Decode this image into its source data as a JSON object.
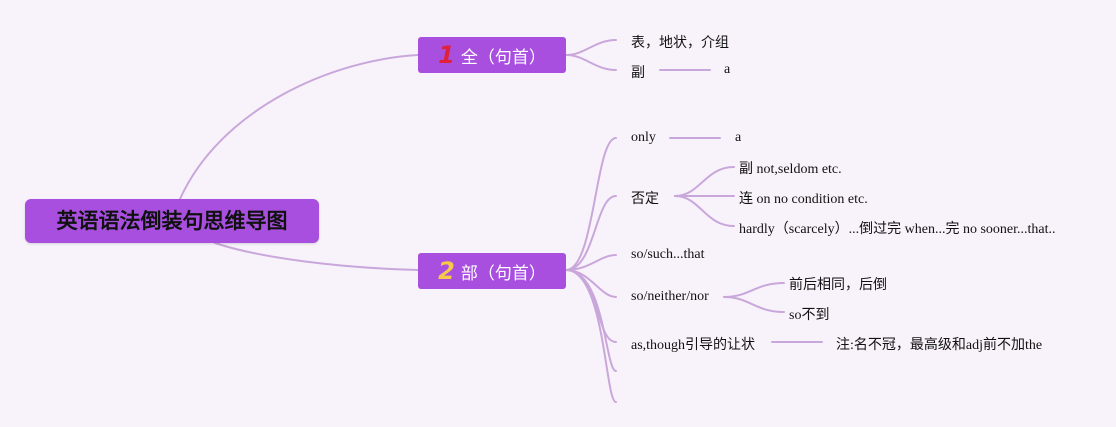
{
  "root": {
    "title": "英语语法倒装句思维导图"
  },
  "branch1": {
    "badge": "1",
    "label": "全（句首）"
  },
  "branch2": {
    "badge": "2",
    "label": "部（句首）"
  },
  "full": {
    "item1": "表，地状，介组",
    "item2": "副",
    "item2_child": "a"
  },
  "partial": {
    "only": "only",
    "only_child": "a",
    "negation": "否定",
    "neg_children": [
      "副 not,seldom etc.",
      "连 on no condition etc.",
      "hardly（scarcely）...倒过完 when...完 no sooner...that.."
    ],
    "so_such": "so/such...that",
    "so_neither": "so/neither/nor",
    "sn_children": [
      "前后相同，后倒",
      "so不到"
    ],
    "as_though": "as,though引导的让状",
    "as_child": "注:名不冠，最高级和adj前不加the"
  },
  "colors": {
    "node": "#a84fe0",
    "line": "#c9a7da",
    "background": "#f8f3fb"
  }
}
